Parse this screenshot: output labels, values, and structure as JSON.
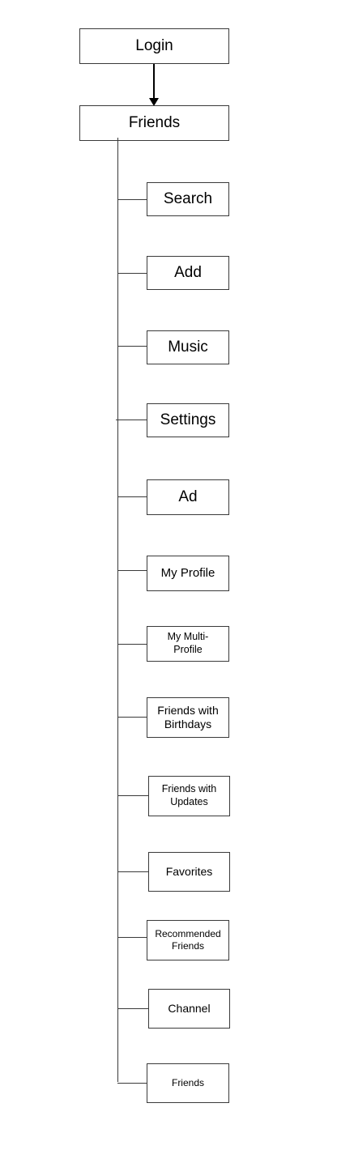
{
  "diagram": {
    "root": {
      "login": "Login",
      "friends": "Friends"
    },
    "children": [
      "Search",
      "Add",
      "Music",
      "Settings",
      "Ad",
      "My Profile",
      "My Multi-\nProfile",
      "Friends with\nBirthdays",
      "Friends with\nUpdates",
      "Favorites",
      "Recommended\nFriends",
      "Channel",
      "Friends"
    ]
  }
}
